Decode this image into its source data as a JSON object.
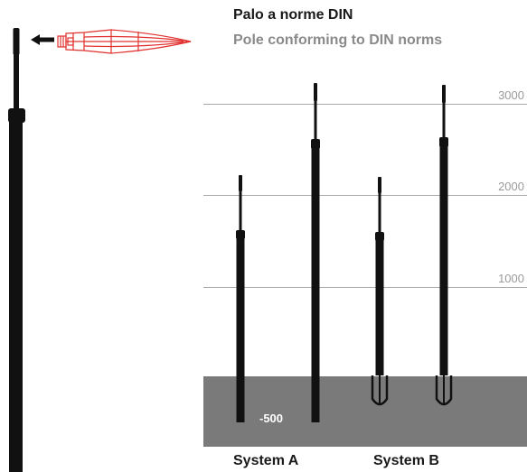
{
  "title": {
    "italian": "Palo a norme DIN",
    "english": "Pole conforming to DIN norms"
  },
  "scale": {
    "ticks": [
      "3000",
      "2000",
      "1000"
    ],
    "ground_depth_label": "-500"
  },
  "systems": {
    "a_label": "System A",
    "b_label": "System B"
  },
  "colors": {
    "pole": "#111111",
    "ground": "#7a7a7a",
    "gridline": "#a8a8a8",
    "lamp": "#e0312e",
    "tick_text": "#9a9a9a"
  },
  "icons": {
    "luminaire": "street-lamp-luminaire",
    "arrow": "arrow-left"
  }
}
